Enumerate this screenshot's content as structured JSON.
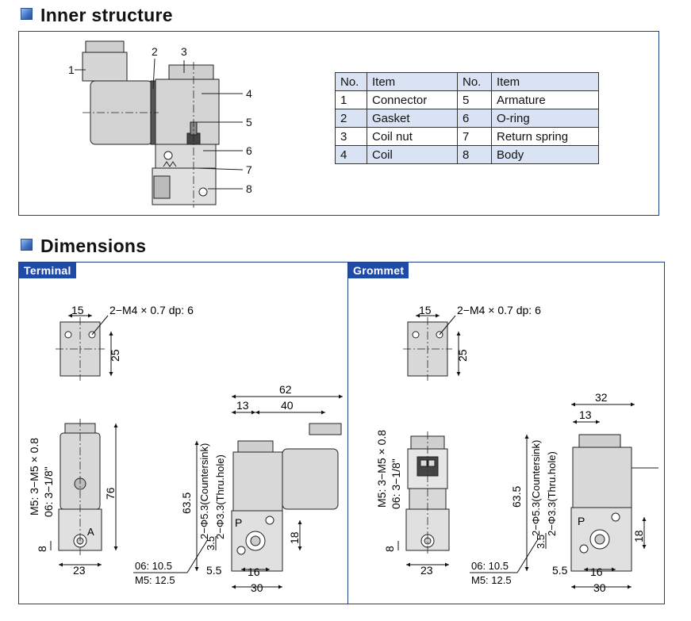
{
  "sections": {
    "inner_title": "Inner structure",
    "dimensions_title": "Dimensions"
  },
  "tags": {
    "terminal": "Terminal",
    "grommet": "Grommet"
  },
  "parts_table": {
    "headers": [
      "No.",
      "Item",
      "No.",
      "Item"
    ],
    "rows": [
      {
        "n1": "1",
        "i1": "Connector",
        "n2": "5",
        "i2": "Armature"
      },
      {
        "n1": "2",
        "i1": "Gasket",
        "n2": "6",
        "i2": "O-ring"
      },
      {
        "n1": "3",
        "i1": "Coil nut",
        "n2": "7",
        "i2": "Return spring"
      },
      {
        "n1": "4",
        "i1": "Coil",
        "n2": "8",
        "i2": "Body"
      }
    ]
  },
  "callouts": [
    "1",
    "2",
    "3",
    "4",
    "5",
    "6",
    "7",
    "8"
  ],
  "dims": {
    "d15": "15",
    "thread": "2−M4 × 0.7 dp: 6",
    "d25": "25",
    "d62": "62",
    "d13": "13",
    "d40": "40",
    "d32": "32",
    "port_label": "M5: 3−M5 × 0.8",
    "port_label2": "06: 3−1/8\"",
    "d76": "76",
    "d8": "8",
    "d23": "23",
    "counter": "2−Φ5.3(Countersink)",
    "thru": "2−Φ3.3(Thru.hole)",
    "d635": "63.5",
    "d35": "3.5",
    "d18": "18",
    "d55": "5.5",
    "d16": "16",
    "d30": "30",
    "note06": "06: 10.5",
    "noteM5": "M5: 12.5",
    "P": "P",
    "A": "A"
  }
}
